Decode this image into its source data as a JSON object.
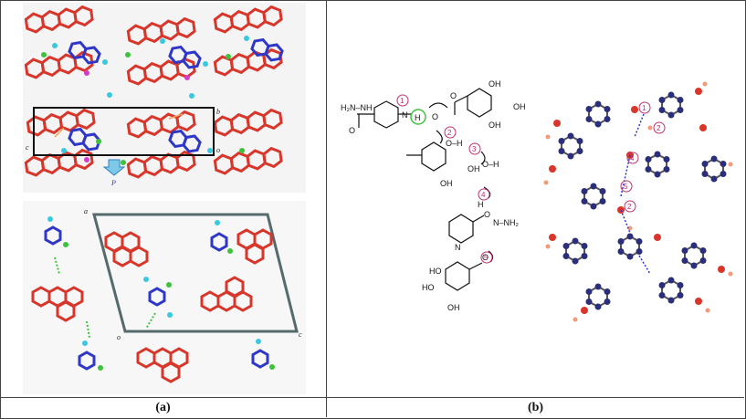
{
  "captions": {
    "a": "(a)",
    "b": "(b)"
  },
  "axis_labels": {
    "b": "b",
    "c": "c",
    "o": "o",
    "p": "P",
    "a": "a"
  },
  "chem_labels": {
    "h2n_nh": "H₂N–NH",
    "o": "O",
    "oh": "OH",
    "nh2": "N–NH₂",
    "ho": "HO",
    "h": "H",
    "n": "N",
    "oh_h": "O–H"
  },
  "steps": [
    "1",
    "2",
    "3",
    "4",
    "5"
  ],
  "colors": {
    "red": "#d9362b",
    "blue": "#2f37c8",
    "cyan": "#39c8e0",
    "green": "#3ec23e",
    "magenta": "#d23cc8",
    "navy": "#2b2e7a",
    "salmon": "#f29a7a",
    "step": "#c03070"
  }
}
